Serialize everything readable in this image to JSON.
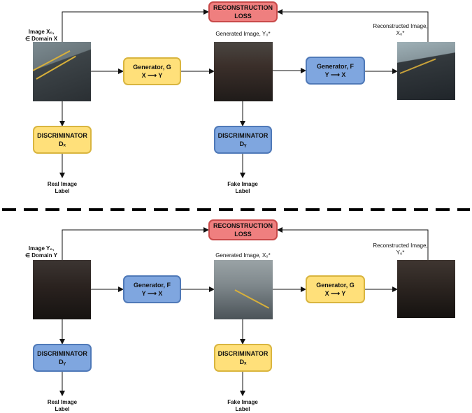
{
  "top": {
    "input_label": "Image X₀,\n∈ Domain X",
    "generated_label": "Generated Image, Y₀*",
    "reconstructed_label": "Reconstructed Image,\nX₀*",
    "reconstruction": {
      "line1": "RECONSTRUCTION",
      "line2": "LOSS"
    },
    "gen1": {
      "title": "Generator, G",
      "mapping": "X ⟶ Y"
    },
    "gen2": {
      "title": "Generator, F",
      "mapping": "Y ⟶ X"
    },
    "disc1": {
      "title": "DISCRIMINATOR",
      "sub": "Dₓ"
    },
    "disc2": {
      "title": "DISCRIMINATOR",
      "sub": "Dᵧ"
    },
    "out1": "Real Image\nLabel",
    "out2": "Fake Image\nLabel"
  },
  "bottom": {
    "input_label": "Image Y₀,\n∈ Domain Y",
    "generated_label": "Generated Image, X₀*",
    "reconstructed_label": "Reconstructed Image,\nY₀*",
    "reconstruction": {
      "line1": "RECONSTRUCTION",
      "line2": "LOSS"
    },
    "gen1": {
      "title": "Generator, F",
      "mapping": "Y ⟶ X"
    },
    "gen2": {
      "title": "Generator, G",
      "mapping": "X ⟶ Y"
    },
    "disc1": {
      "title": "DISCRIMINATOR",
      "sub": "Dᵧ"
    },
    "disc2": {
      "title": "DISCRIMINATOR",
      "sub": "Dₓ"
    },
    "out1": "Real Image\nLabel",
    "out2": "Fake Image\nLabel"
  },
  "colors": {
    "yellow": "#ffe07a",
    "blue": "#7fa6df",
    "red": "#ef7f7f"
  }
}
